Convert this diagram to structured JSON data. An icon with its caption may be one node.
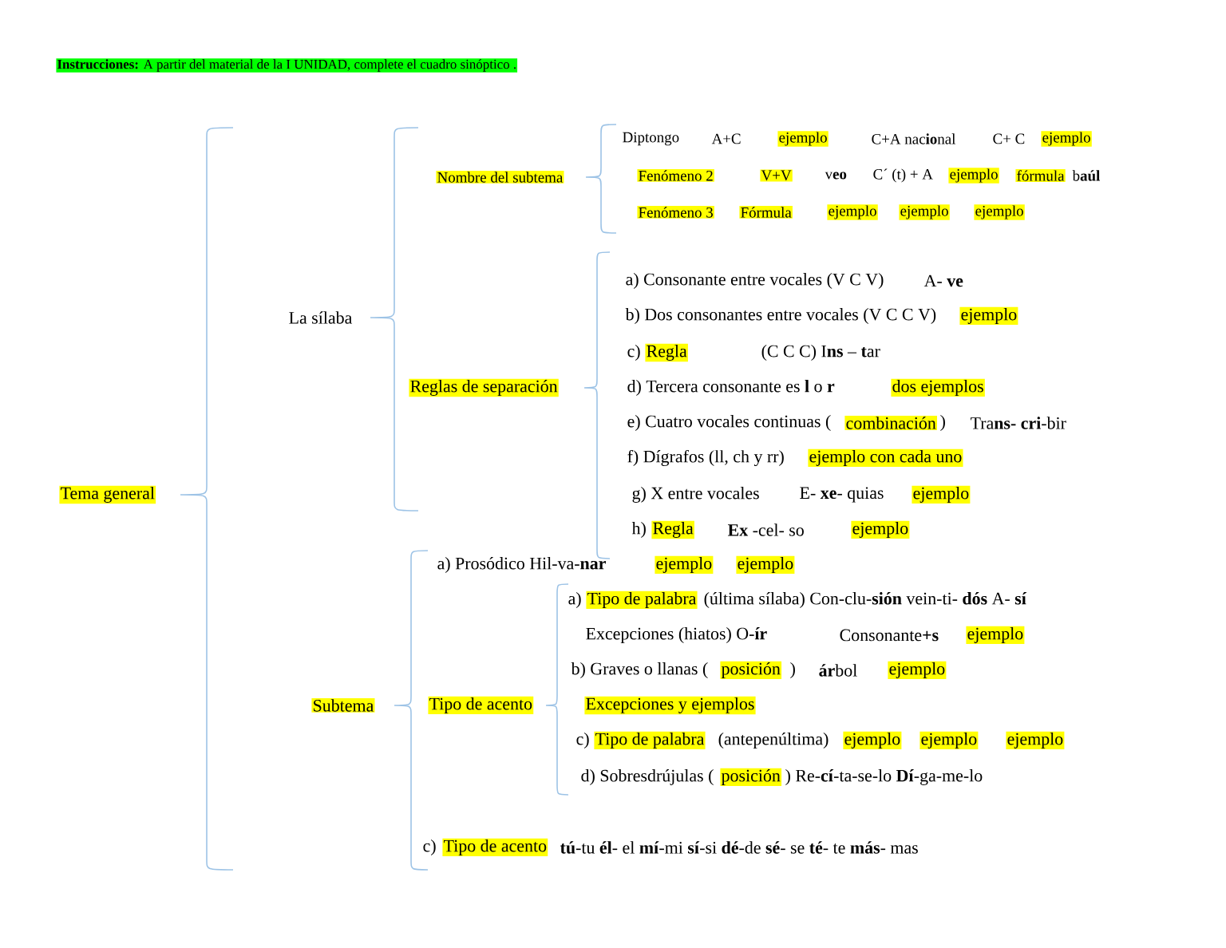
{
  "diagram": {
    "title": "**Instrucciones:** A partir del material de la I UNIDAD, complete el cuadro sinóptico .",
    "labels": [
      "Tema general",
      "La sílaba",
      "Subtema",
      "Nombre del subtema",
      "Reglas de separación",
      "Tipo de acento",
      "Diptongo",
      "A+C",
      "ejemplo",
      "C+A nac**io**nal",
      "C+ C",
      "ejemplo",
      "Fenómeno 2",
      "V+V",
      "v**eo**",
      "C´ (t) + A",
      "ejemplo",
      "fórmula",
      "b**aúl**",
      "Fenómeno 3",
      "Fórmula",
      "ejemplo",
      "ejemplo",
      "ejemplo",
      "a) Consonante entre vocales (V C V)",
      "A- **ve**",
      "b) Dos consonantes entre vocales (V C C V)",
      "ejemplo",
      "c)",
      "Regla",
      "(C C C) I**ns** – **t**ar",
      "d) Tercera consonante es **l** o **r**",
      "dos ejemplos",
      "e) Cuatro vocales continuas (",
      "combinación",
      ")",
      "Tra**ns- cri**-bir",
      "f) Dígrafos (ll, ch y rr)",
      "ejemplo con cada uno",
      "g) X entre vocales",
      "E- **xe**- quias",
      "ejemplo",
      "h)",
      "Regla",
      "**Ex** -cel- so",
      "ejemplo",
      "a) Prosódico Hil-va-**nar**",
      "ejemplo",
      "ejemplo",
      "a)",
      "Tipo de palabra",
      "(última sílaba) Con-clu-**sión** vein-ti- **dós** A- **sí**",
      "Excepciones (hiatos) O-**ír**",
      "Consonante**+s**",
      "ejemplo",
      "b) Graves o llanas (",
      "posición",
      ")",
      "**ár**bol",
      "ejemplo",
      "Excepciones y ejemplos",
      "c)",
      "Tipo de palabra",
      "(antepenúltima)",
      "ejemplo",
      "ejemplo",
      "ejemplo",
      "d) Sobresdrújulas (",
      "posición",
      ") Re-**cí**-ta-se-lo **Dí**-ga-me-lo",
      "c)",
      "Tipo de acento",
      "**tú**-tu **él**- el **mí**-mi **sí**-si **dé**-de **sé**- se **té**- te **más**- mas"
    ]
  }
}
